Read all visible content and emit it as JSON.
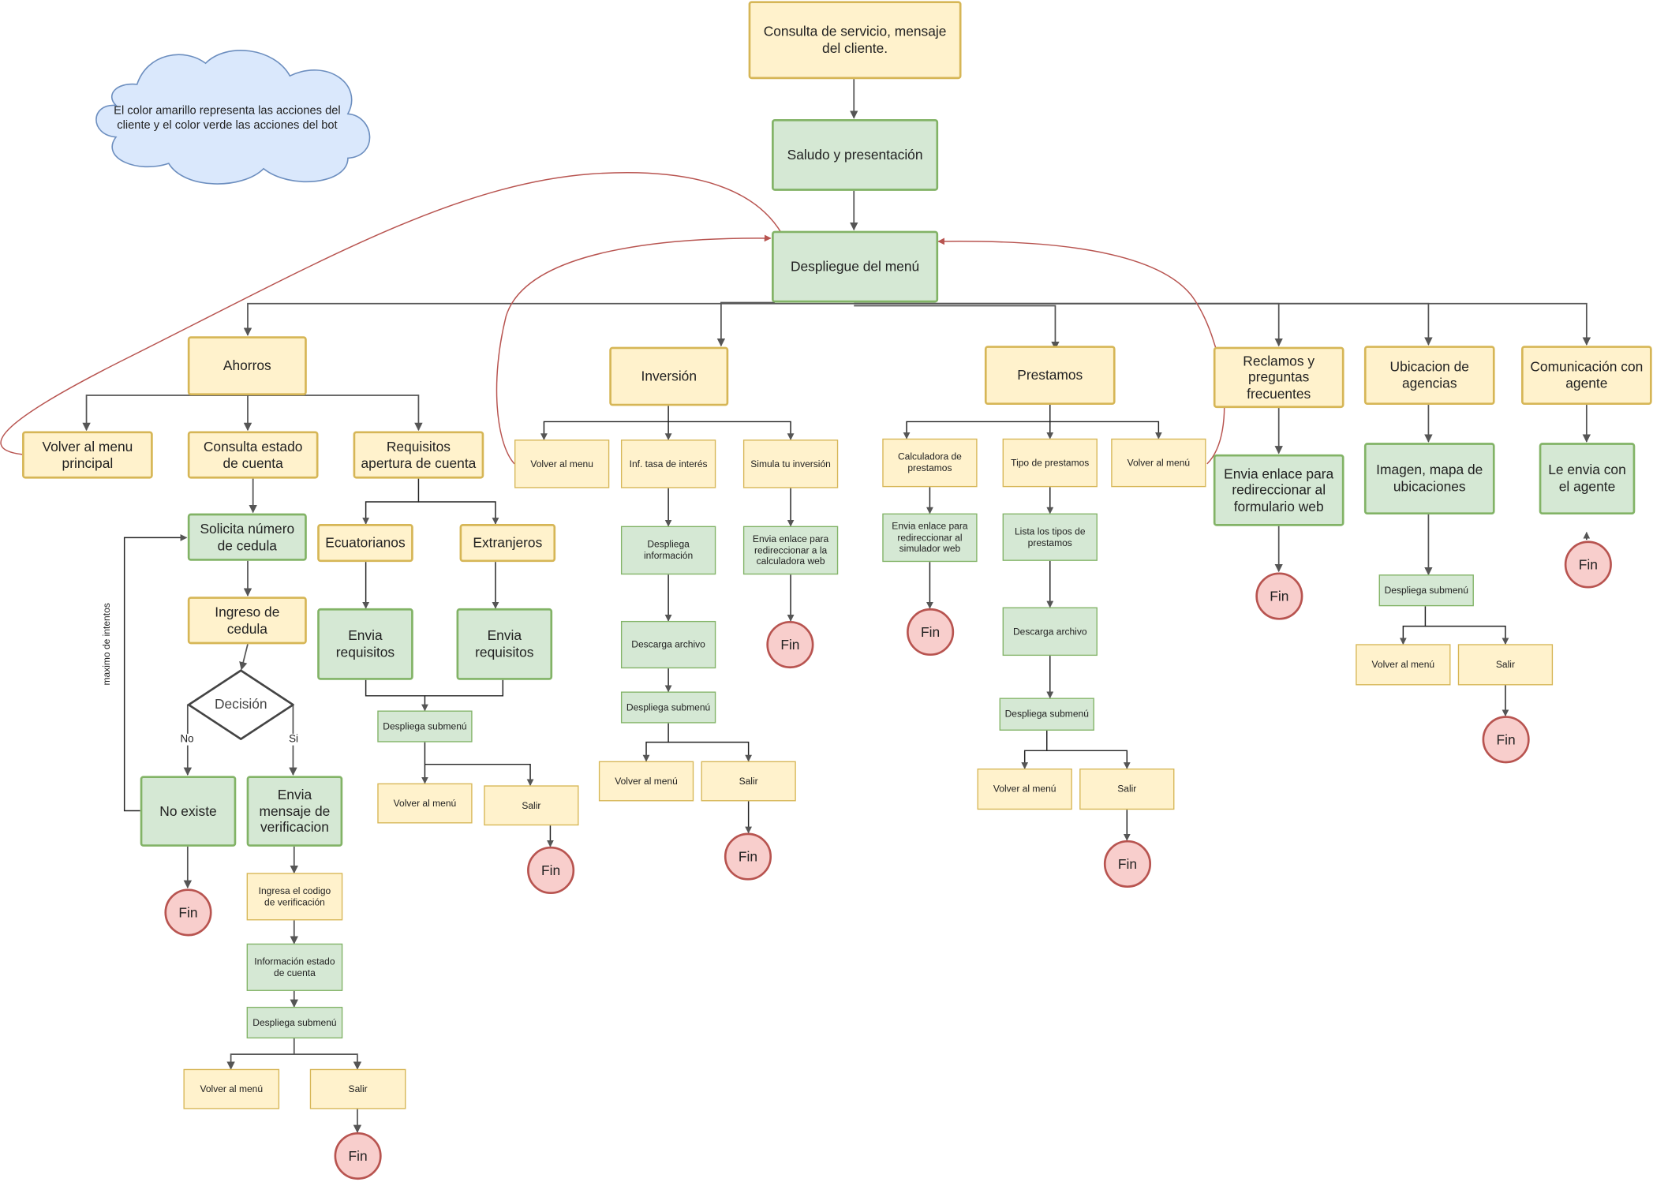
{
  "colors": {
    "action_cliente": "#fff2cc",
    "accion_bot": "#d5e8d4",
    "fin": "#f8cecc",
    "nota": "#dae8fc",
    "retorno": "#b85450"
  },
  "nota": "El color amarillo representa las acciones del cliente y el color verde las acciones del bot",
  "nodes": {
    "consulta": "Consulta de servicio, mensaje del cliente.",
    "saludo": "Saludo y presentación",
    "menu": "Despliegue del menú",
    "ahorros": "Ahorros",
    "inversion": "Inversión",
    "prestamos": "Prestamos",
    "reclamos": "Reclamos y preguntas frecuentes",
    "ubicacion": "Ubicacion de agencias",
    "comunicacion": "Comunicación con agente",
    "volver_principal": "Volver al menu principal",
    "consulta_estado": "Consulta estado de cuenta",
    "requisitos_apertura": "Requisitos apertura de cuenta",
    "solicita_cedula": "Solicita número de cedula",
    "ingreso_cedula": "Ingreso de cedula",
    "decision": "Decisión",
    "no_existe": "No existe",
    "envia_verificacion": "Envia mensaje de verificacion",
    "ingresa_codigo": "Ingresa el codigo de verificación",
    "info_estado": "Información estado de cuenta",
    "despliega_sub_ahorro": "Despliega submenú",
    "volver_menu_ahorro": "Volver al menú",
    "salir_ahorro": "Salir",
    "ecuatorianos": "Ecuatorianos",
    "extranjeros": "Extranjeros",
    "envia_req_ecu": "Envia requisitos",
    "envia_req_ext": "Envia requisitos",
    "despliega_sub_req": "Despliega submenú",
    "volver_menu_req": "Volver al menú",
    "salir_req": "Salir",
    "volver_inv": "Volver al menu",
    "tasa": "Inf. tasa de interés",
    "simula": "Simula tu inversión",
    "despliega_info": "Despliega información",
    "descarga_inv": "Descarga archivo",
    "despliega_sub_inv": "Despliega submenú",
    "volver_menu_inv": "Volver al menú",
    "salir_inv": "Salir",
    "enlace_calc": "Envia enlace para redireccionar a la calculadora web",
    "calc_prest": "Calculadora de prestamos",
    "tipo_prest": "Tipo de prestamos",
    "volver_prest": "Volver al menú",
    "enlace_sim": "Envia enlace para redireccionar al simulador web",
    "lista_tipos": "Lista los tipos de prestamos",
    "descarga_prest": "Descarga archivo",
    "despliega_sub_prest": "Despliega submenú",
    "volver_menu_prest": "Volver al menú",
    "salir_prest": "Salir",
    "enlace_form": "Envia enlace para redireccionar al formulario web",
    "imagen_mapa": "Imagen, mapa de ubicaciones",
    "despliega_sub_ubic": "Despliega submenú",
    "volver_menu_ubic": "Volver al menú",
    "salir_ubic": "Salir",
    "envia_agente": "Le envia con el agente"
  },
  "fin": "Fin",
  "labels": {
    "no": "No",
    "si": "Si",
    "intentos": "maximo de intentos"
  }
}
